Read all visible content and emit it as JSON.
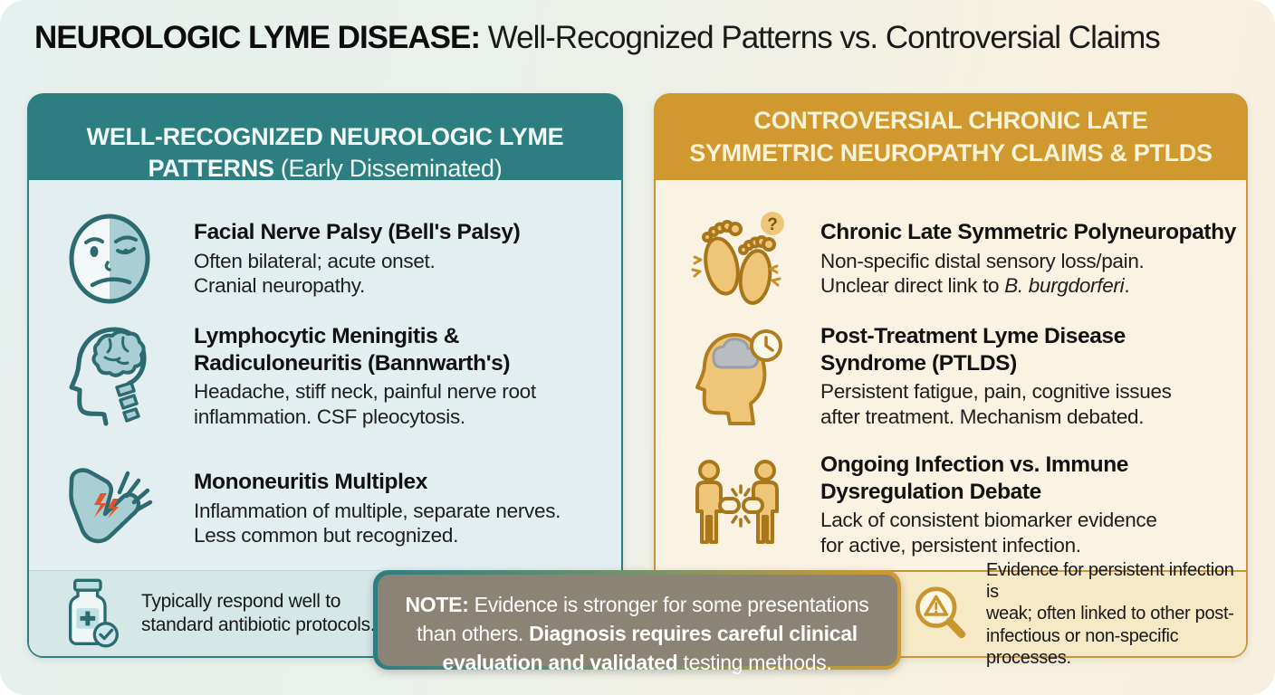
{
  "page": {
    "title_bold": "NEUROLOGIC LYME DISEASE:",
    "title_rest": " Well-Recognized Patterns vs. Controversial Claims"
  },
  "colors": {
    "teal_accent": "#2D7E80",
    "teal_body_background": "#E3EEF0",
    "teal_icon_fill": "#A9CED3",
    "gold_accent": "#D0992F",
    "gold_body_background": "#FAF3E4",
    "gold_icon_fill": "#EFC678",
    "note_background": "#8A8376",
    "pain_bolt": "#E2542A"
  },
  "left_panel": {
    "header_bold": "WELL-RECOGNIZED NEUROLOGIC LYME\nPATTERNS",
    "header_normal": " (Early Disseminated)",
    "items": [
      {
        "icon": "asymmetric-face-icon",
        "title": "Facial Nerve Palsy (Bell's Palsy)",
        "body": "Often bilateral; acute onset.\nCranial neuropathy."
      },
      {
        "icon": "brain-spine-icon",
        "title": "Lymphocytic Meningitis &\nRadiculoneuritis (Bannwarth's)",
        "body": "Headache, stiff neck, painful nerve root\ninflammation. CSF pleocytosis."
      },
      {
        "icon": "arm-nerve-pain-icon",
        "title": "Mononeuritis Multiplex",
        "body": "Inflammation of multiple, separate nerves.\nLess common but recognized."
      }
    ],
    "footer_icon": "antibiotic-bottle-icon",
    "footer_text": "Typically respond well to\nstandard antibiotic protocols."
  },
  "right_panel": {
    "header_bold": "CONTROVERSIAL CHRONIC LATE\nSYMMETRIC NEUROPATHY CLAIMS & PTLDS",
    "items": [
      {
        "icon": "feet-question-icon",
        "title": "Chronic Late Symmetric Polyneuropathy",
        "body_prefix": "Non-specific distal sensory loss/pain.\nUnclear direct link to ",
        "body_italic": "B. burgdorferi",
        "body_suffix": "."
      },
      {
        "icon": "brain-fog-clock-icon",
        "title": "Post-Treatment Lyme Disease\nSyndrome (PTLDS)",
        "body": "Persistent fatigue, pain, cognitive issues\nafter treatment. Mechanism debated."
      },
      {
        "icon": "people-broken-link-icon",
        "title": "Ongoing Infection vs. Immune\nDysregulation Debate",
        "body": "Lack of consistent biomarker evidence\nfor active, persistent infection."
      }
    ],
    "footer_icon": "magnifier-warning-icon",
    "footer_text": "Evidence for persistent infection is\nweak; often linked to other post-\ninfectious or non-specific processes."
  },
  "note": {
    "bold_lead": "NOTE:",
    "normal_mid": " Evidence is stronger for some presentations\nthan others. ",
    "bold_mid": "Diagnosis requires careful clinical\nevaluation and validated",
    "normal_tail": " testing methods."
  }
}
